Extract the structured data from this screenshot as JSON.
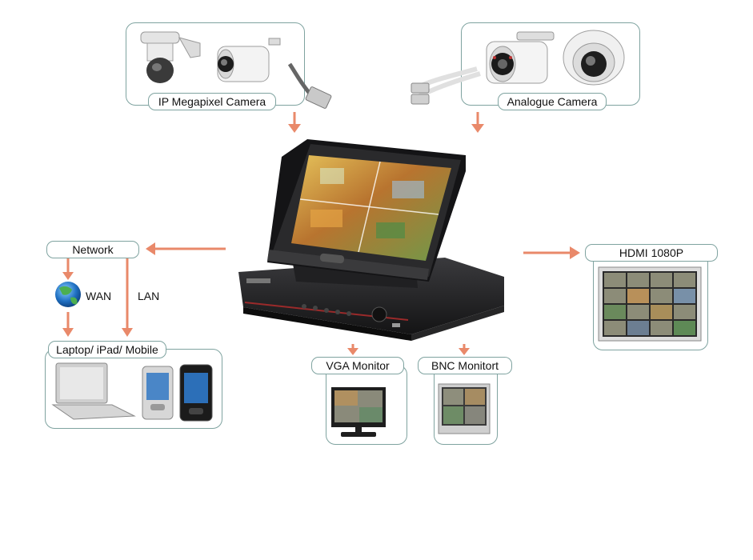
{
  "labels": {
    "ip_camera": "IP Megapixel Camera",
    "analogue_camera": "Analogue Camera",
    "network": "Network",
    "wan": "WAN",
    "lan": "LAN",
    "devices": "Laptop/ iPad/ Mobile",
    "hdmi": "HDMI 1080P",
    "vga": "VGA Monitor",
    "bnc": "BNC Monitort"
  },
  "colors": {
    "arrow": "#e9896a",
    "border": "#7fa3a0",
    "device_dark": "#1d1d1f"
  }
}
